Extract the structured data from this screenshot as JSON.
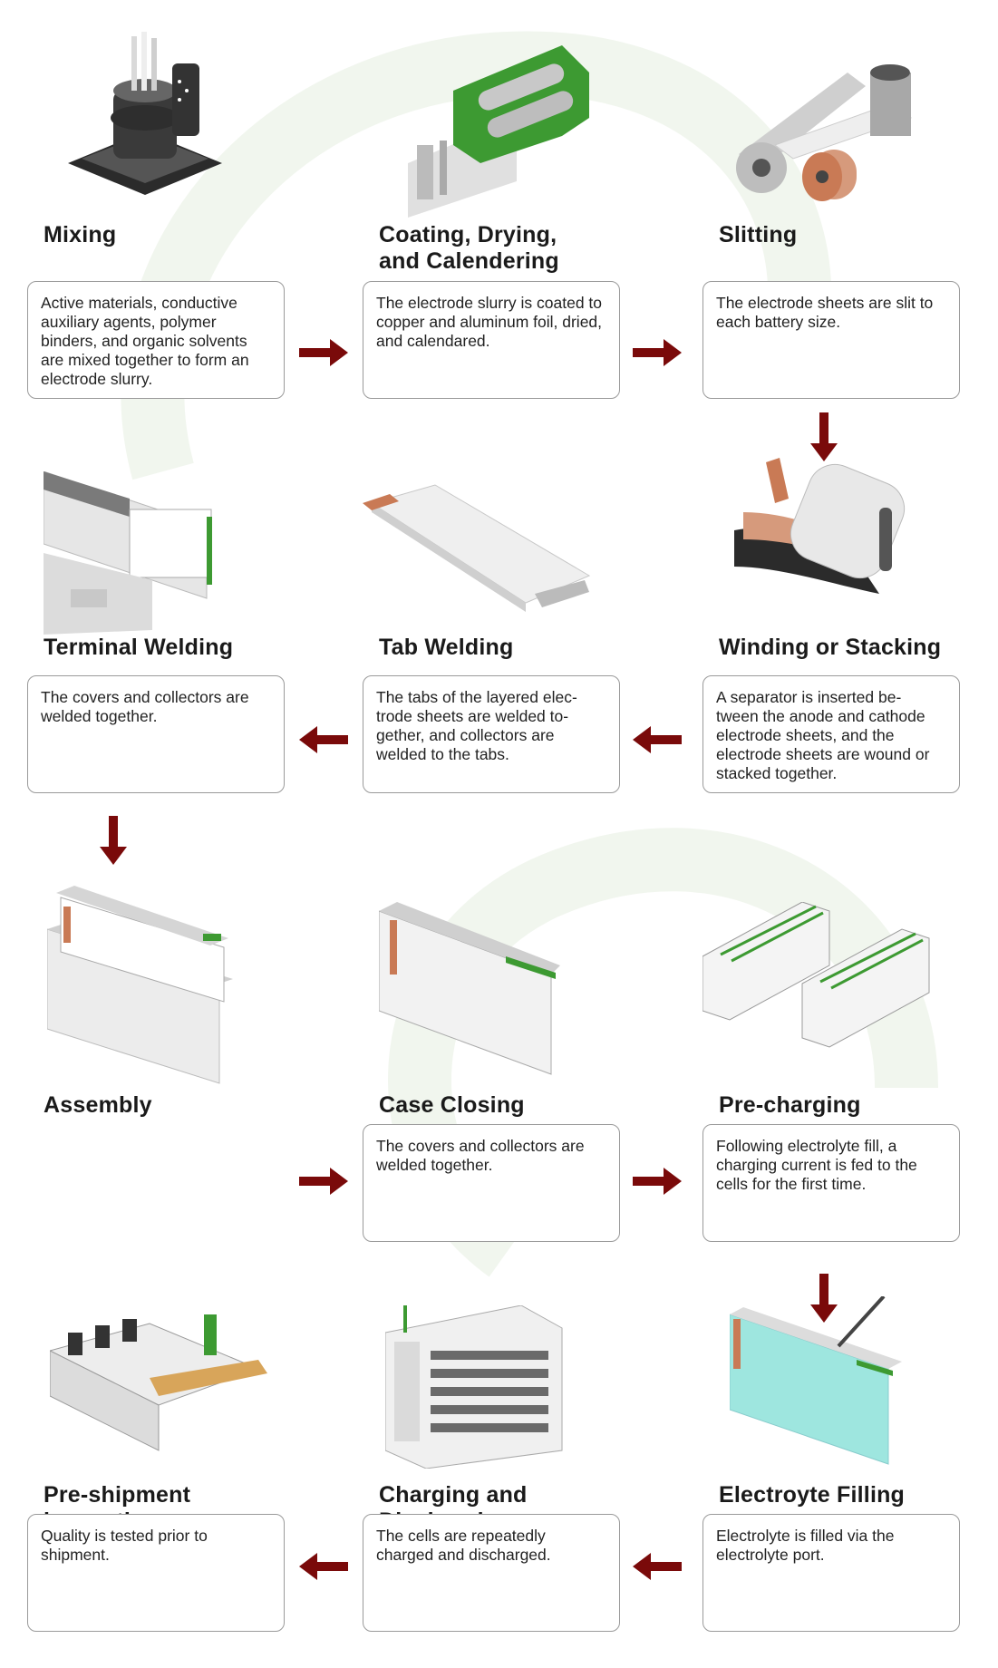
{
  "colors": {
    "arrow": "#7a0a0a",
    "box_border": "#9a9a9a",
    "accent_green": "#3d9a32",
    "copper": "#c97a55"
  },
  "steps": [
    {
      "title": "Mixing",
      "desc": "Active materials, conductive auxiliary agents, polymer binders, and organic solvents are mixed together to form an electrode slurry.",
      "icon": "mixer-machine-icon"
    },
    {
      "title": "Coating, Drying,\nand Calendering",
      "desc": "The electrode slurry is coated to copper and aluminum foil, dried, and calendared.",
      "icon": "coating-roller-icon"
    },
    {
      "title": "Slitting",
      "desc": "The electrode sheets are slit to each battery size.",
      "icon": "foil-rolls-icon"
    },
    {
      "title": "Winding or Stacking",
      "desc": "A separator is inserted be- tween the anode and cathode electrode sheets, and the electrode sheets are wound or stacked together.",
      "icon": "winding-roll-icon"
    },
    {
      "title": "Tab Welding",
      "desc": "The tabs of the layered elec- trode sheets are welded to- gether, and collectors are welded to the tabs.",
      "icon": "electrode-stack-icon"
    },
    {
      "title": "Terminal Welding",
      "desc": "The covers and collectors are welded together.",
      "icon": "terminal-weld-icon"
    },
    {
      "title": "Assembly",
      "desc": "",
      "icon": "cell-assembly-icon"
    },
    {
      "title": "Case Closing",
      "desc": "The covers and collectors are welded together.",
      "icon": "closed-cell-icon"
    },
    {
      "title": "Pre-charging",
      "desc": "Following electrolyte fill, a charging current is fed to the cells for the first time.",
      "icon": "cell-array-icon"
    },
    {
      "title": "Electroyte Filling",
      "desc": "Electrolyte is filled via the electrolyte port.",
      "icon": "electrolyte-fill-icon"
    },
    {
      "title": "Charging and Discharging",
      "desc": "The cells are repeatedly charged and discharged.",
      "icon": "charging-cabinet-icon"
    },
    {
      "title": "Pre-shipment inspection",
      "desc": "Quality is tested prior to shipment.",
      "icon": "inspection-line-icon"
    }
  ]
}
